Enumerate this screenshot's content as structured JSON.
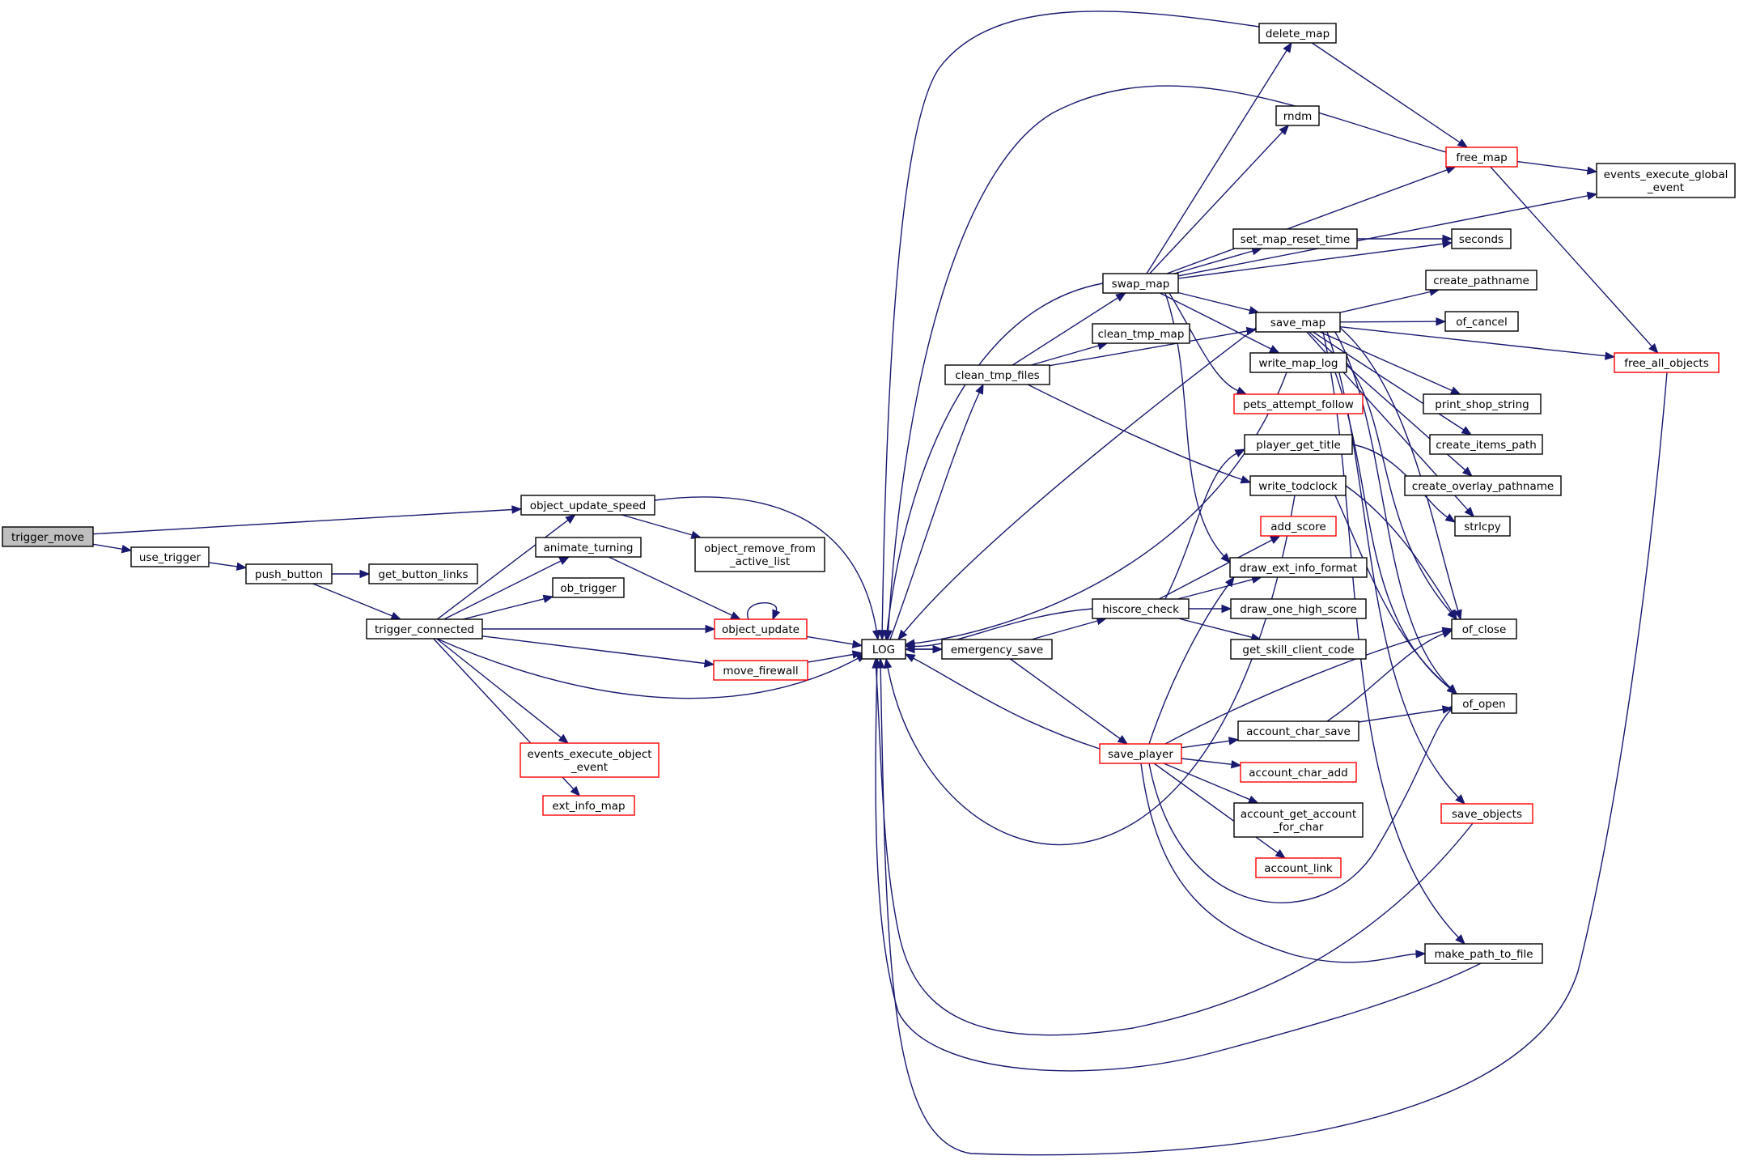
{
  "colors": {
    "edge": "#191970",
    "node_border_normal": "#000000",
    "node_border_truncated": "#ff0000",
    "root_fill": "#bfbfbf",
    "node_fill": "#ffffff"
  },
  "nodes": [
    {
      "id": "trigger_move",
      "lines": [
        "trigger_move"
      ],
      "root": true
    },
    {
      "id": "use_trigger",
      "lines": [
        "use_trigger"
      ]
    },
    {
      "id": "push_button",
      "lines": [
        "push_button"
      ]
    },
    {
      "id": "get_button_links",
      "lines": [
        "get_button_links"
      ]
    },
    {
      "id": "trigger_connected",
      "lines": [
        "trigger_connected"
      ]
    },
    {
      "id": "object_update_speed",
      "lines": [
        "object_update_speed"
      ]
    },
    {
      "id": "animate_turning",
      "lines": [
        "animate_turning"
      ]
    },
    {
      "id": "ob_trigger",
      "lines": [
        "ob_trigger"
      ]
    },
    {
      "id": "object_remove_from_active_list",
      "lines": [
        "object_remove_from",
        "_active_list"
      ]
    },
    {
      "id": "object_update",
      "lines": [
        "object_update"
      ],
      "truncated": true
    },
    {
      "id": "move_firewall",
      "lines": [
        "move_firewall"
      ],
      "truncated": true
    },
    {
      "id": "events_execute_object_event",
      "lines": [
        "events_execute_object",
        "_event"
      ],
      "truncated": true
    },
    {
      "id": "ext_info_map",
      "lines": [
        "ext_info_map"
      ],
      "truncated": true
    },
    {
      "id": "LOG",
      "lines": [
        "LOG"
      ]
    },
    {
      "id": "emergency_save",
      "lines": [
        "emergency_save"
      ]
    },
    {
      "id": "clean_tmp_files",
      "lines": [
        "clean_tmp_files"
      ]
    },
    {
      "id": "swap_map",
      "lines": [
        "swap_map"
      ]
    },
    {
      "id": "clean_tmp_map",
      "lines": [
        "clean_tmp_map"
      ]
    },
    {
      "id": "hiscore_check",
      "lines": [
        "hiscore_check"
      ]
    },
    {
      "id": "save_player",
      "lines": [
        "save_player"
      ],
      "truncated": true
    },
    {
      "id": "delete_map",
      "lines": [
        "delete_map"
      ]
    },
    {
      "id": "rndm",
      "lines": [
        "rndm"
      ]
    },
    {
      "id": "set_map_reset_time",
      "lines": [
        "set_map_reset_time"
      ]
    },
    {
      "id": "save_map",
      "lines": [
        "save_map"
      ]
    },
    {
      "id": "write_map_log",
      "lines": [
        "write_map_log"
      ]
    },
    {
      "id": "pets_attempt_follow",
      "lines": [
        "pets_attempt_follow"
      ],
      "truncated": true
    },
    {
      "id": "player_get_title",
      "lines": [
        "player_get_title"
      ]
    },
    {
      "id": "write_todclock",
      "lines": [
        "write_todclock"
      ]
    },
    {
      "id": "add_score",
      "lines": [
        "add_score"
      ],
      "truncated": true
    },
    {
      "id": "draw_ext_info_format",
      "lines": [
        "draw_ext_info_format"
      ]
    },
    {
      "id": "draw_one_high_score",
      "lines": [
        "draw_one_high_score"
      ]
    },
    {
      "id": "get_skill_client_code",
      "lines": [
        "get_skill_client_code"
      ]
    },
    {
      "id": "account_char_save",
      "lines": [
        "account_char_save"
      ]
    },
    {
      "id": "account_char_add",
      "lines": [
        "account_char_add"
      ],
      "truncated": true
    },
    {
      "id": "account_get_account_for_char",
      "lines": [
        "account_get_account",
        "_for_char"
      ]
    },
    {
      "id": "account_link",
      "lines": [
        "account_link"
      ],
      "truncated": true
    },
    {
      "id": "free_map",
      "lines": [
        "free_map"
      ],
      "truncated": true
    },
    {
      "id": "events_execute_global_event",
      "lines": [
        "events_execute_global",
        "_event"
      ]
    },
    {
      "id": "seconds",
      "lines": [
        "seconds"
      ]
    },
    {
      "id": "create_pathname",
      "lines": [
        "create_pathname"
      ]
    },
    {
      "id": "of_cancel",
      "lines": [
        "of_cancel"
      ]
    },
    {
      "id": "free_all_objects",
      "lines": [
        "free_all_objects"
      ],
      "truncated": true
    },
    {
      "id": "print_shop_string",
      "lines": [
        "print_shop_string"
      ]
    },
    {
      "id": "create_items_path",
      "lines": [
        "create_items_path"
      ]
    },
    {
      "id": "create_overlay_pathname",
      "lines": [
        "create_overlay_pathname"
      ]
    },
    {
      "id": "strlcpy",
      "lines": [
        "strlcpy"
      ]
    },
    {
      "id": "of_close",
      "lines": [
        "of_close"
      ]
    },
    {
      "id": "of_open",
      "lines": [
        "of_open"
      ]
    },
    {
      "id": "save_objects",
      "lines": [
        "save_objects"
      ],
      "truncated": true
    },
    {
      "id": "make_path_to_file",
      "lines": [
        "make_path_to_file"
      ]
    }
  ],
  "edges": [
    [
      "trigger_move",
      "use_trigger"
    ],
    [
      "trigger_move",
      "object_update_speed"
    ],
    [
      "use_trigger",
      "push_button"
    ],
    [
      "push_button",
      "get_button_links"
    ],
    [
      "push_button",
      "trigger_connected"
    ],
    [
      "trigger_connected",
      "object_update_speed"
    ],
    [
      "trigger_connected",
      "animate_turning"
    ],
    [
      "trigger_connected",
      "ob_trigger"
    ],
    [
      "trigger_connected",
      "object_update"
    ],
    [
      "trigger_connected",
      "move_firewall"
    ],
    [
      "trigger_connected",
      "LOG"
    ],
    [
      "trigger_connected",
      "events_execute_object_event"
    ],
    [
      "trigger_connected",
      "ext_info_map"
    ],
    [
      "object_update_speed",
      "object_remove_from_active_list"
    ],
    [
      "object_update_speed",
      "LOG"
    ],
    [
      "animate_turning",
      "object_update"
    ],
    [
      "object_update",
      "object_update"
    ],
    [
      "object_update",
      "LOG"
    ],
    [
      "move_firewall",
      "LOG"
    ],
    [
      "LOG",
      "emergency_save"
    ],
    [
      "emergency_save",
      "LOG"
    ],
    [
      "emergency_save",
      "hiscore_check"
    ],
    [
      "emergency_save",
      "save_player"
    ],
    [
      "LOG",
      "clean_tmp_files"
    ],
    [
      "clean_tmp_files",
      "swap_map"
    ],
    [
      "clean_tmp_files",
      "clean_tmp_map"
    ],
    [
      "clean_tmp_files",
      "save_map"
    ],
    [
      "clean_tmp_files",
      "write_todclock"
    ],
    [
      "swap_map",
      "LOG"
    ],
    [
      "swap_map",
      "delete_map"
    ],
    [
      "swap_map",
      "rndm"
    ],
    [
      "swap_map",
      "free_map"
    ],
    [
      "swap_map",
      "events_execute_global_event"
    ],
    [
      "swap_map",
      "set_map_reset_time"
    ],
    [
      "swap_map",
      "seconds"
    ],
    [
      "swap_map",
      "save_map"
    ],
    [
      "swap_map",
      "write_map_log"
    ],
    [
      "swap_map",
      "pets_attempt_follow"
    ],
    [
      "swap_map",
      "draw_ext_info_format"
    ],
    [
      "delete_map",
      "LOG"
    ],
    [
      "delete_map",
      "free_map"
    ],
    [
      "free_map",
      "LOG"
    ],
    [
      "free_map",
      "events_execute_global_event"
    ],
    [
      "free_map",
      "free_all_objects"
    ],
    [
      "free_all_objects",
      "LOG"
    ],
    [
      "set_map_reset_time",
      "seconds"
    ],
    [
      "save_map",
      "LOG"
    ],
    [
      "save_map",
      "create_pathname"
    ],
    [
      "save_map",
      "of_cancel"
    ],
    [
      "save_map",
      "free_all_objects"
    ],
    [
      "save_map",
      "print_shop_string"
    ],
    [
      "save_map",
      "create_items_path"
    ],
    [
      "save_map",
      "create_overlay_pathname"
    ],
    [
      "save_map",
      "strlcpy"
    ],
    [
      "save_map",
      "of_close"
    ],
    [
      "save_map",
      "of_open"
    ],
    [
      "save_map",
      "save_objects"
    ],
    [
      "save_map",
      "make_path_to_file"
    ],
    [
      "write_map_log",
      "LOG"
    ],
    [
      "write_map_log",
      "of_close"
    ],
    [
      "write_map_log",
      "of_open"
    ],
    [
      "write_todclock",
      "LOG"
    ],
    [
      "write_todclock",
      "of_close"
    ],
    [
      "write_todclock",
      "of_open"
    ],
    [
      "player_get_title",
      "strlcpy"
    ],
    [
      "hiscore_check",
      "LOG"
    ],
    [
      "hiscore_check",
      "player_get_title"
    ],
    [
      "hiscore_check",
      "add_score"
    ],
    [
      "hiscore_check",
      "draw_ext_info_format"
    ],
    [
      "hiscore_check",
      "draw_one_high_score"
    ],
    [
      "hiscore_check",
      "get_skill_client_code"
    ],
    [
      "save_player",
      "LOG"
    ],
    [
      "save_player",
      "draw_ext_info_format"
    ],
    [
      "save_player",
      "account_char_save"
    ],
    [
      "save_player",
      "account_char_add"
    ],
    [
      "save_player",
      "account_get_account_for_char"
    ],
    [
      "save_player",
      "account_link"
    ],
    [
      "save_player",
      "of_close"
    ],
    [
      "save_player",
      "of_open"
    ],
    [
      "save_player",
      "make_path_to_file"
    ],
    [
      "account_char_save",
      "of_close"
    ],
    [
      "account_char_save",
      "of_open"
    ],
    [
      "save_objects",
      "LOG"
    ],
    [
      "make_path_to_file",
      "LOG"
    ]
  ]
}
